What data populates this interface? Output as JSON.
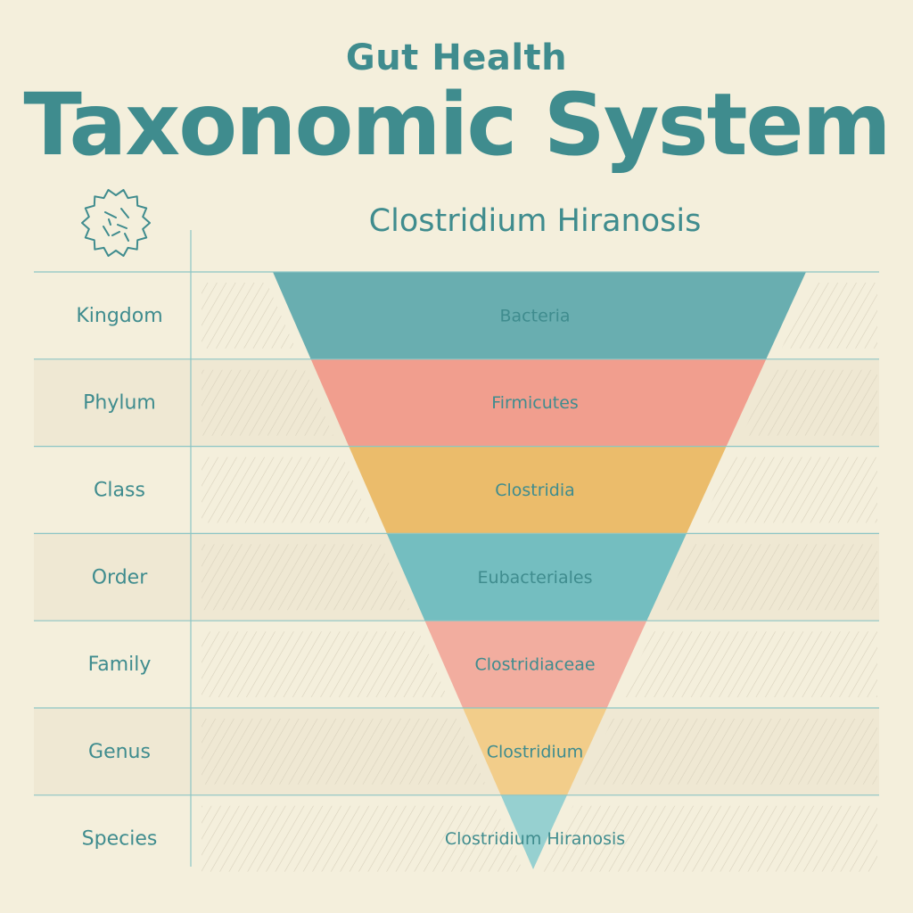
{
  "header": {
    "subtitle": "Gut Health",
    "title": "Taxonomic System"
  },
  "organism_name": "Clostridium Hiranosis",
  "colors": {
    "background": "#f4efdc",
    "band": "#efe8d3",
    "teal_text": "#3f8c8e",
    "rule": "#8cc5c4",
    "hatch": "#d8d1bc"
  },
  "ranks": [
    {
      "rank": "Kingdom",
      "value": "Bacteria",
      "color": "#69aeb0"
    },
    {
      "rank": "Phylum",
      "value": "Firmicutes",
      "color": "#f19e8e"
    },
    {
      "rank": "Class",
      "value": "Clostridia",
      "color": "#ebbc6b"
    },
    {
      "rank": "Order",
      "value": "Eubacteriales",
      "color": "#74bec0"
    },
    {
      "rank": "Family",
      "value": "Clostridiaceae",
      "color": "#f2ad9f"
    },
    {
      "rank": "Genus",
      "value": "Clostridium",
      "color": "#f2cd8a"
    },
    {
      "rank": "Species",
      "value": "Clostridium Hiranosis",
      "color": "#96d0d0"
    }
  ]
}
